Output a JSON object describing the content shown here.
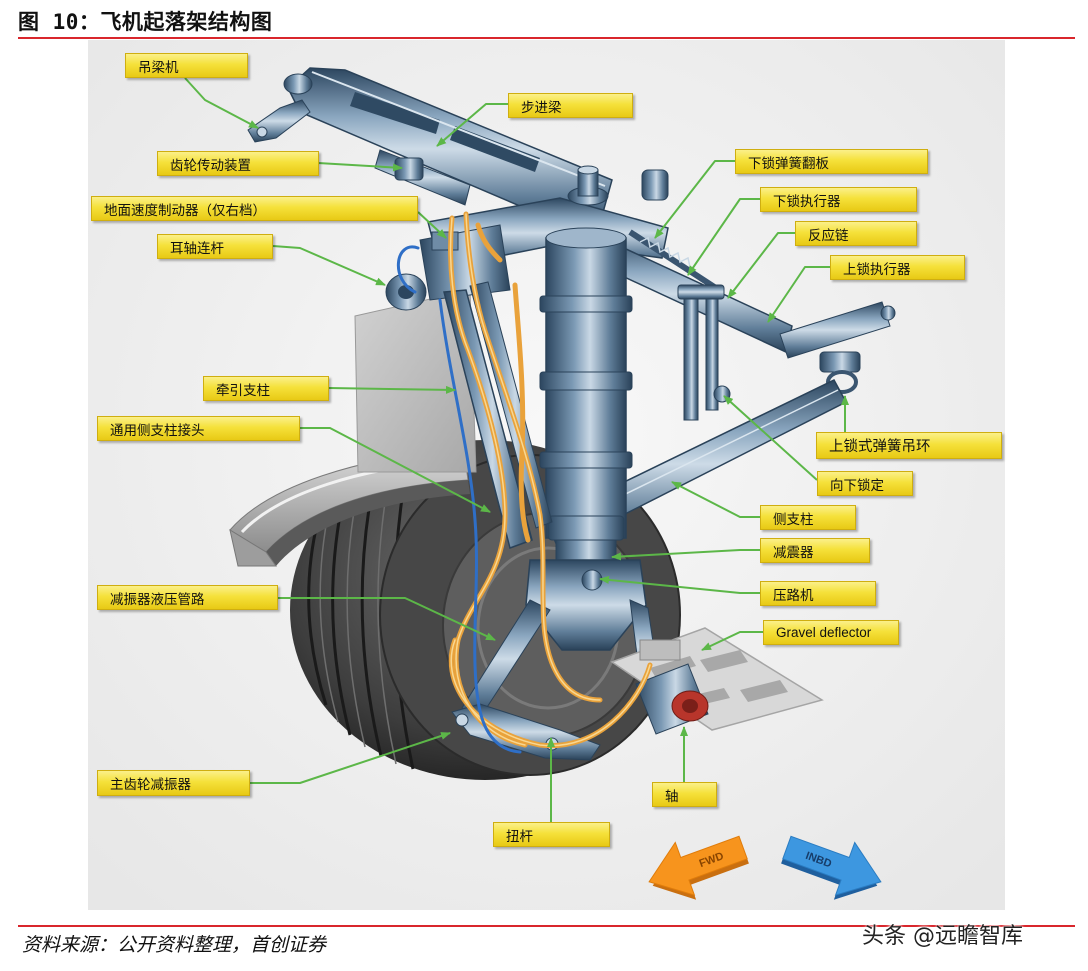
{
  "figure": {
    "title": "图 10：飞机起落架结构图",
    "source": "资料来源：公开资料整理，首创证券",
    "watermark": "头条 @远瞻智库"
  },
  "labels": {
    "hoist_beam": "吊梁机",
    "walking_beam": "步进梁",
    "gear_drive": "齿轮传动装置",
    "ground_speed_brake": "地面速度制动器（仅右档）",
    "trunnion_link": "耳轴连杆",
    "drag_strut": "牵引支柱",
    "side_strut_joint": "通用侧支柱接头",
    "shock_hydraulic_line": "减振器液压管路",
    "main_gear_shock": "主齿轮减振器",
    "torsion_link": "扭杆",
    "axle": "轴",
    "downlock_spring_flap": "下锁弹簧翻板",
    "downlock_actuator": "下锁执行器",
    "reaction_link": "反应链",
    "uplock_actuator": "上锁执行器",
    "uplock_spring_ring": "上锁式弹簧吊环",
    "down_lock": "向下锁定",
    "side_strut": "侧支柱",
    "shock_absorber": "减震器",
    "roller": "压路机",
    "gravel_deflector": "Gravel deflector"
  },
  "direction_arrows": {
    "forward": "FWD",
    "inboard": "INBD"
  },
  "colors": {
    "accent_red": "#d9262c",
    "label_yellow": "#f5e13a",
    "leader_green": "#5cb748",
    "hydraulic_orange": "#e9a23b",
    "arrow_orange": "#f7941d",
    "arrow_blue": "#3d97e0"
  }
}
